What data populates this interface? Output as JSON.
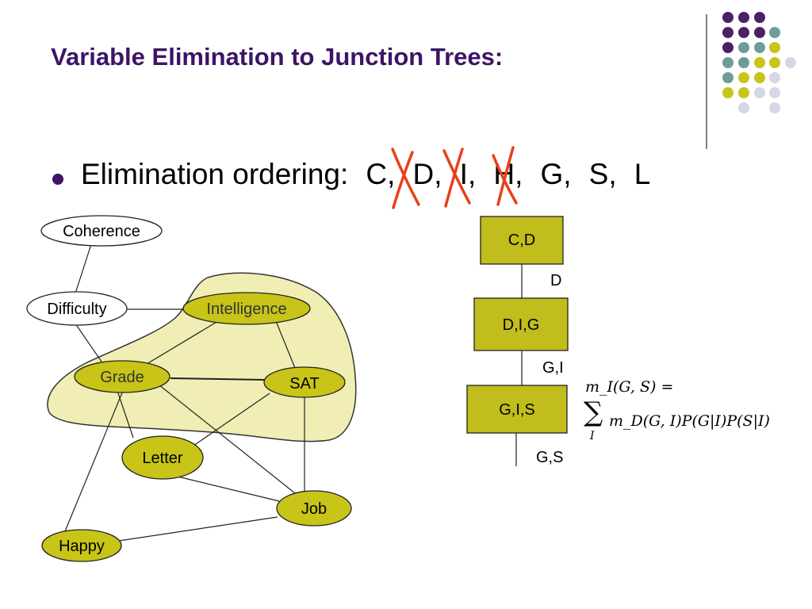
{
  "title": "Variable Elimination to Junction Trees:",
  "bullet": {
    "label": "Elimination ordering:",
    "order": [
      "C,",
      "D,",
      "I,",
      "H,",
      "G,",
      "S,",
      "L"
    ],
    "crossed_count": 3
  },
  "graph": {
    "nodes": {
      "coherence": "Coherence",
      "difficulty": "Difficulty",
      "intelligence": "Intelligence",
      "grade": "Grade",
      "sat": "SAT",
      "letter": "Letter",
      "job": "Job",
      "happy": "Happy"
    }
  },
  "tree": {
    "clusters": [
      "C,D",
      "D,I,G",
      "G,I,S"
    ],
    "sepsets": [
      "D",
      "G,I",
      "G,S"
    ]
  },
  "formula": {
    "line1": "m_I(G, S) =",
    "sum_index": "I",
    "line2": "m_D(G, I)P(G|I)P(S|I)"
  },
  "colors": {
    "title": "#3d1466",
    "node_fill": "#c8c418",
    "cluster_fill": "#c0bd1c",
    "region_fill": "#f0eeb4",
    "cross": "#e8401a",
    "dot_purple": "#4a2068",
    "dot_teal": "#6f9b9b",
    "dot_olive": "#c8c418",
    "dot_lavender": "#d6d6e6"
  }
}
